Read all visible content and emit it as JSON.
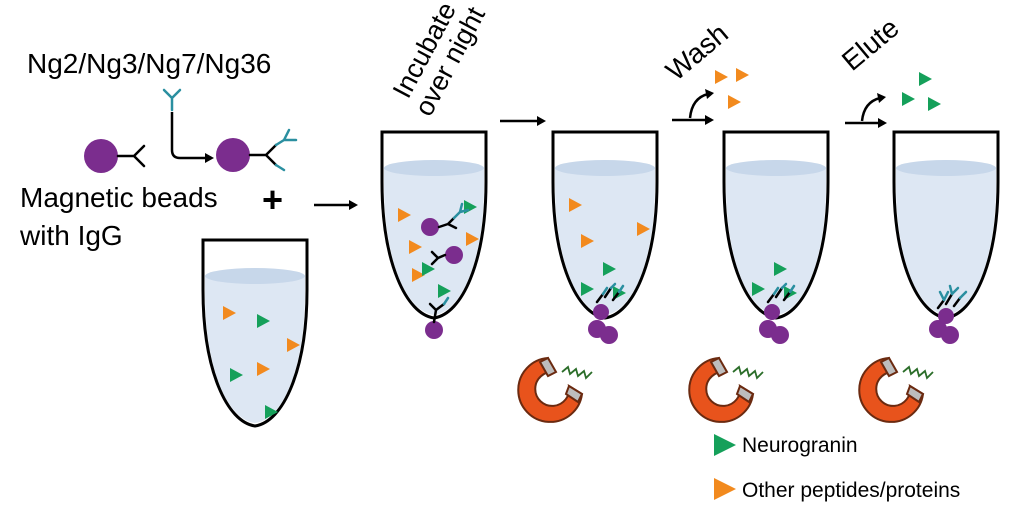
{
  "antibodies_label": "Ng2/Ng3/Ng7/Ng36",
  "beads_label_line1": "Magnetic beads",
  "beads_label_line2": "with IgG",
  "plus_symbol": "+",
  "steps": {
    "incubate_line1": "Incubate",
    "incubate_line2": "over night",
    "wash": "Wash",
    "elute": "Elute"
  },
  "legend": {
    "neurogranin": "Neurogranin",
    "other": "Other peptides/proteins"
  },
  "colors": {
    "neurogranin": "#15a05a",
    "other_peptides": "#f28a1e",
    "bead": "#7b2d8e",
    "antibody": "#2a8fa0",
    "magnet": "#e8531c",
    "liquid": "#dde7f3"
  }
}
